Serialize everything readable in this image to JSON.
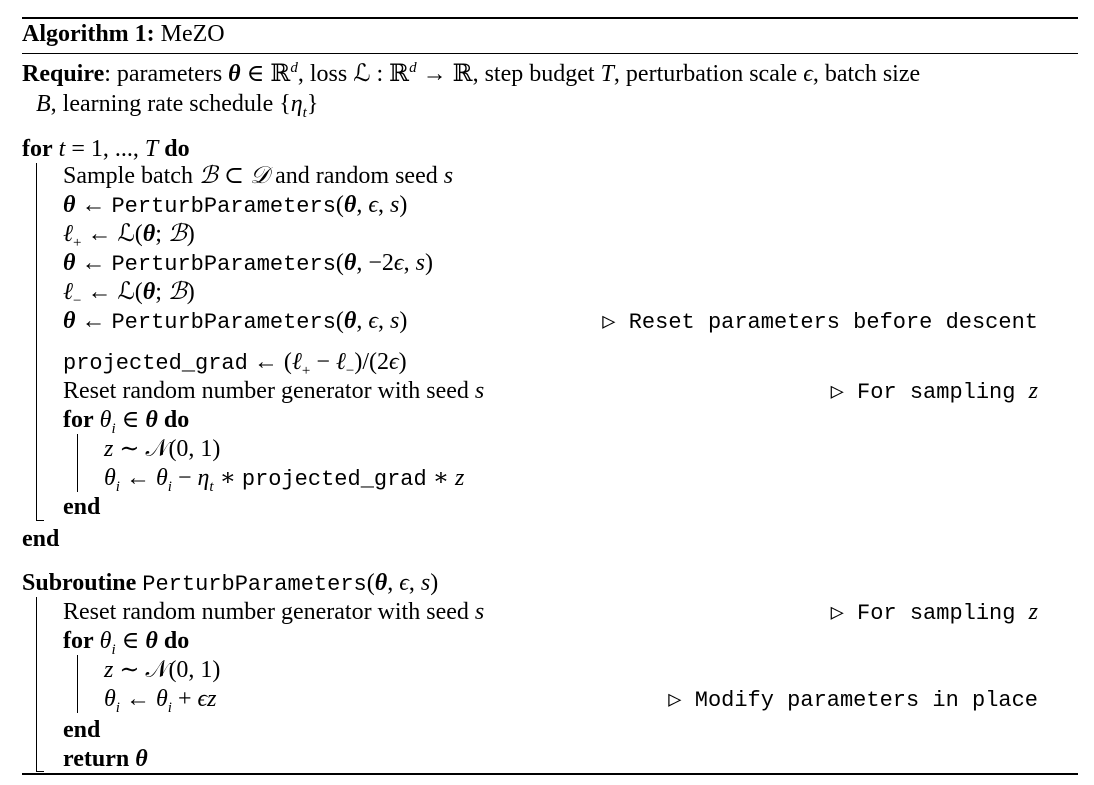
{
  "header": {
    "label": "Algorithm 1:",
    "name": "MeZO"
  },
  "require": {
    "keyword": "Require",
    "line1": [
      ": parameters ",
      "θ",
      " ∈ ℝ",
      "d",
      ", loss ",
      "ℒ",
      " : ℝ",
      "d",
      " → ℝ, step budget ",
      "T",
      ", perturbation scale ",
      "ϵ",
      ", batch size"
    ],
    "line2": [
      "B",
      ", learning rate schedule {",
      "η",
      "t",
      "}"
    ]
  },
  "main_loop": {
    "for_kw": "for",
    "for_expr": [
      "t",
      " = 1, ..., ",
      "T"
    ],
    "do_kw": "do",
    "sample": [
      "Sample batch ",
      "ℬ",
      " ⊂ ",
      "𝒟",
      " and random seed ",
      "s"
    ],
    "perturb1": [
      "θ",
      " ← ",
      "PerturbParameters",
      "(",
      "θ",
      ", ",
      "ϵ",
      ", ",
      "s",
      ")"
    ],
    "loss_plus": [
      "ℓ",
      "+",
      " ← ",
      "ℒ",
      "(",
      "θ",
      "; ",
      "ℬ",
      ")"
    ],
    "perturb2": [
      "θ",
      " ← ",
      "PerturbParameters",
      "(",
      "θ",
      ", −2",
      "ϵ",
      ", ",
      "s",
      ")"
    ],
    "loss_minus": [
      "ℓ",
      "−",
      " ← ",
      "ℒ",
      "(",
      "θ",
      "; ",
      "ℬ",
      ")"
    ],
    "perturb3": [
      "θ",
      " ← ",
      "PerturbParameters",
      "(",
      "θ",
      ", ",
      "ϵ",
      ", ",
      "s",
      ")"
    ],
    "perturb3_comment": "▷ Reset parameters before descent",
    "proj_grad": [
      "projected_grad",
      " ← (",
      "ℓ",
      "+",
      " − ",
      "ℓ",
      "−",
      ")/(2",
      "ϵ",
      ")"
    ],
    "reset_rng": [
      "Reset random number generator with seed ",
      "s"
    ],
    "reset_rng_comment": [
      "▷ For sampling ",
      "z"
    ],
    "inner_for_kw": "for",
    "inner_for_expr": [
      "θ",
      "i",
      " ∈ ",
      "θ"
    ],
    "inner_do_kw": "do",
    "sample_z": [
      "z",
      " ∼ 𝒩(0, 1)"
    ],
    "update": [
      "θ",
      "i",
      " ← ",
      "θ",
      "i",
      " − ",
      "η",
      "t",
      " ∗ ",
      "projected_grad",
      " ∗ ",
      "z"
    ],
    "inner_end_kw": "end",
    "end_kw": "end"
  },
  "subroutine": {
    "keyword": "Subroutine",
    "name": "PerturbParameters",
    "args": [
      "(",
      "θ",
      ", ",
      "ϵ",
      ", ",
      "s",
      ")"
    ],
    "reset_rng": [
      "Reset random number generator with seed ",
      "s"
    ],
    "reset_rng_comment": [
      "▷ For sampling ",
      "z"
    ],
    "for_kw": "for",
    "for_expr": [
      "θ",
      "i",
      " ∈ ",
      "θ"
    ],
    "do_kw": "do",
    "sample_z": [
      "z",
      " ∼ 𝒩(0, 1)"
    ],
    "modify": [
      "θ",
      "i",
      " ← ",
      "θ",
      "i",
      " + ",
      "ϵz"
    ],
    "modify_comment": "▷ Modify parameters in place",
    "end_kw": "end",
    "return_kw": "return",
    "return_val": "θ"
  }
}
